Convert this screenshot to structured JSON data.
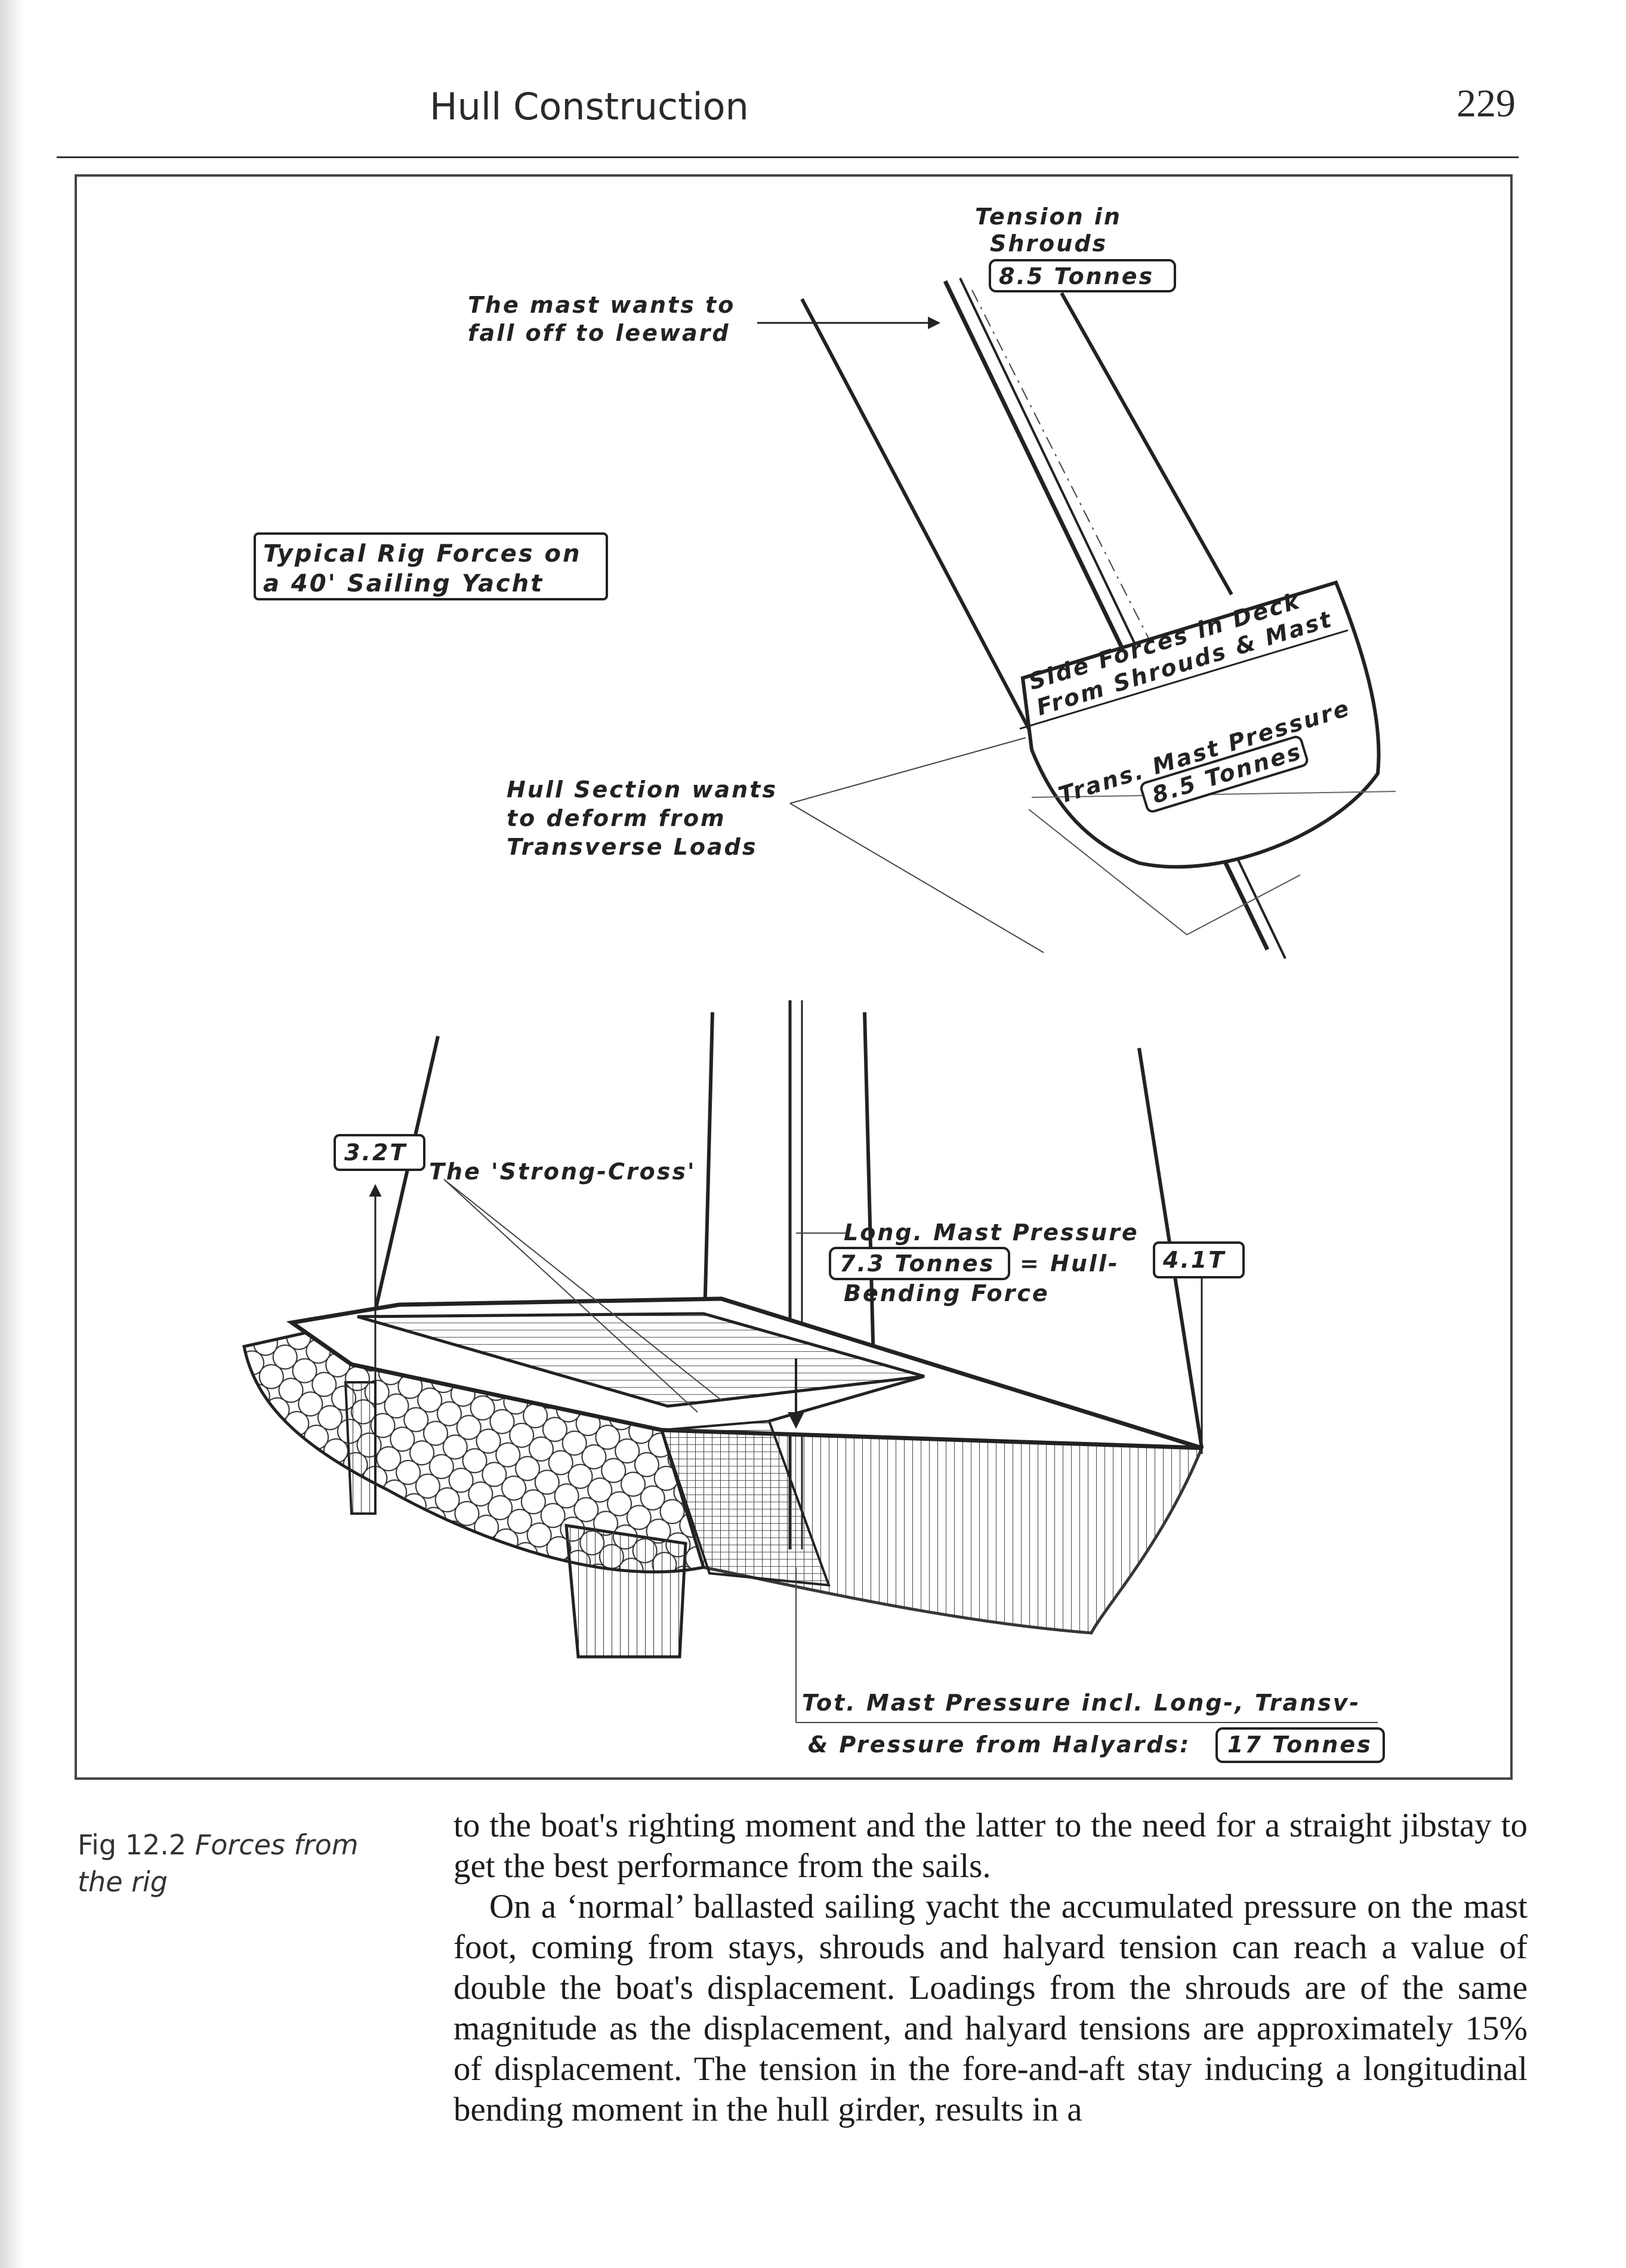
{
  "header": {
    "running_title": "Hull Construction",
    "page_number": "229"
  },
  "figure": {
    "title_lines": [
      "Typical Rig Forces on",
      "a 40' Sailing Yacht"
    ],
    "shroud_tension": {
      "lines": [
        "Tension in",
        "Shrouds"
      ],
      "value": "8.5 Tonnes"
    },
    "mast_leeward": [
      "The mast wants to",
      "fall off to leeward"
    ],
    "side_forces": [
      "Side Forces in Deck",
      "From Shrouds & Mast"
    ],
    "trans_mast": {
      "label": "Trans. Mast Pressure",
      "value": "8.5 Tonnes"
    },
    "hull_section": [
      "Hull Section wants",
      "to deform from",
      "Transverse Loads"
    ],
    "aft_stay_value": "3.2T",
    "strong_cross": "The 'Strong-Cross'",
    "long_mast": {
      "line1": "Long. Mast Pressure",
      "value": "7.3 Tonnes",
      "line2_suffix": "= Hull-",
      "line3": "Bending Force"
    },
    "fore_stay_value": "4.1T",
    "total_pressure": {
      "line1": "Tot. Mast Pressure incl. Long-, Transv-",
      "line2": "& Pressure from Halyards:",
      "value": "17 Tonnes"
    }
  },
  "caption": {
    "number": "Fig 12.2",
    "text": "Forces from the rig"
  },
  "body": {
    "paragraphs": [
      "to the boat's righting moment and the latter to the need for a straight jibstay to get the best performance from the sails.",
      "On a ‘normal’ ballasted sailing yacht the accumulated pressure on the mast foot, coming from stays, shrouds and halyard tension can reach a value of double the boat's displacement. Loadings from the shrouds are of the same magnitude as the displacement, and halyard tensions are approximately 15% of displacement. The tension in the fore-and-aft stay inducing a longitudinal bending moment in the hull girder, results in a"
    ]
  }
}
